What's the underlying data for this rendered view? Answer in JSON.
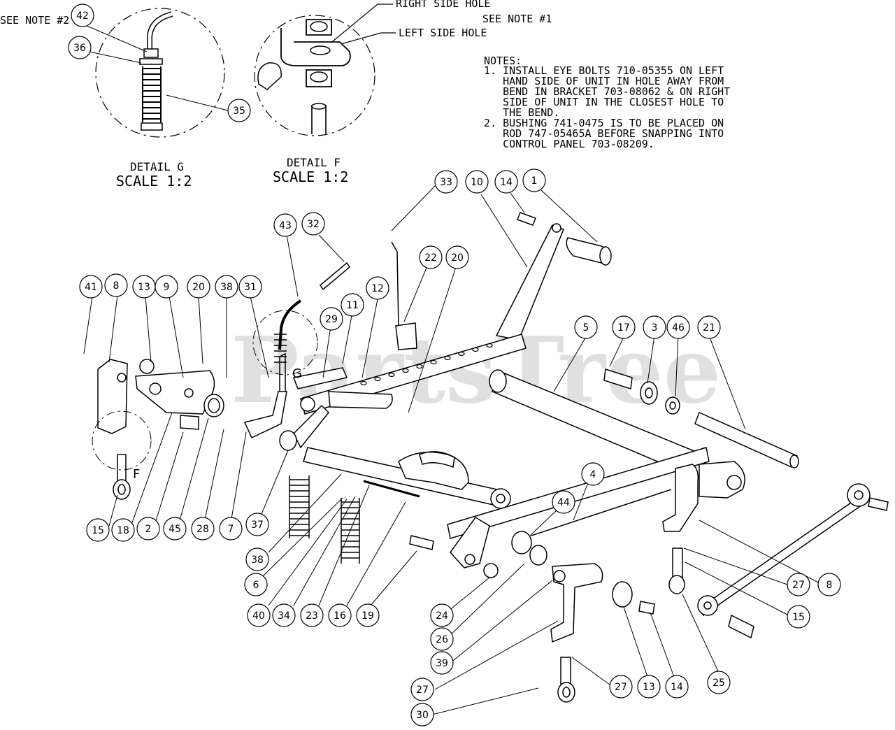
{
  "header": {
    "see_note_2": "SEE NOTE #2",
    "see_note_1": "SEE NOTE #1",
    "right_side_hole": "RIGHT SIDE HOLE",
    "left_side_hole": "LEFT SIDE HOLE"
  },
  "notes": {
    "title": "NOTES:",
    "lines": [
      "1. INSTALL EYE BOLTS 710-05355 ON LEFT",
      "   HAND SIDE OF UNIT IN HOLE AWAY FROM",
      "   BEND IN BRACKET 703-08062 & ON RIGHT",
      "   SIDE OF UNIT IN THE CLOSEST HOLE TO",
      "   THE BEND.",
      "2. BUSHING 741-0475 IS TO BE PLACED ON",
      "   ROD 747-05465A BEFORE SNAPPING INTO",
      "   CONTROL PANEL 703-08209."
    ]
  },
  "details": {
    "g": {
      "title": "DETAIL G",
      "scale": "SCALE 1:2",
      "marker": "G"
    },
    "f": {
      "title": "DETAIL F",
      "scale": "SCALE 1:2",
      "marker": "F"
    }
  },
  "watermark": "PartsTree",
  "callouts": [
    "42",
    "36",
    "35",
    "33",
    "10",
    "14",
    "1",
    "43",
    "32",
    "22",
    "20",
    "41",
    "8",
    "13",
    "9",
    "20",
    "38",
    "31",
    "29",
    "11",
    "12",
    "5",
    "17",
    "3",
    "46",
    "21",
    "15",
    "18",
    "2",
    "45",
    "28",
    "7",
    "37",
    "38",
    "6",
    "40",
    "34",
    "23",
    "16",
    "19",
    "4",
    "44",
    "24",
    "26",
    "39",
    "27",
    "30",
    "27",
    "13",
    "14",
    "25",
    "27",
    "15",
    "8"
  ],
  "colors": {
    "line": "#000000",
    "background": "#ffffff",
    "watermark": "#c8c8c8"
  }
}
